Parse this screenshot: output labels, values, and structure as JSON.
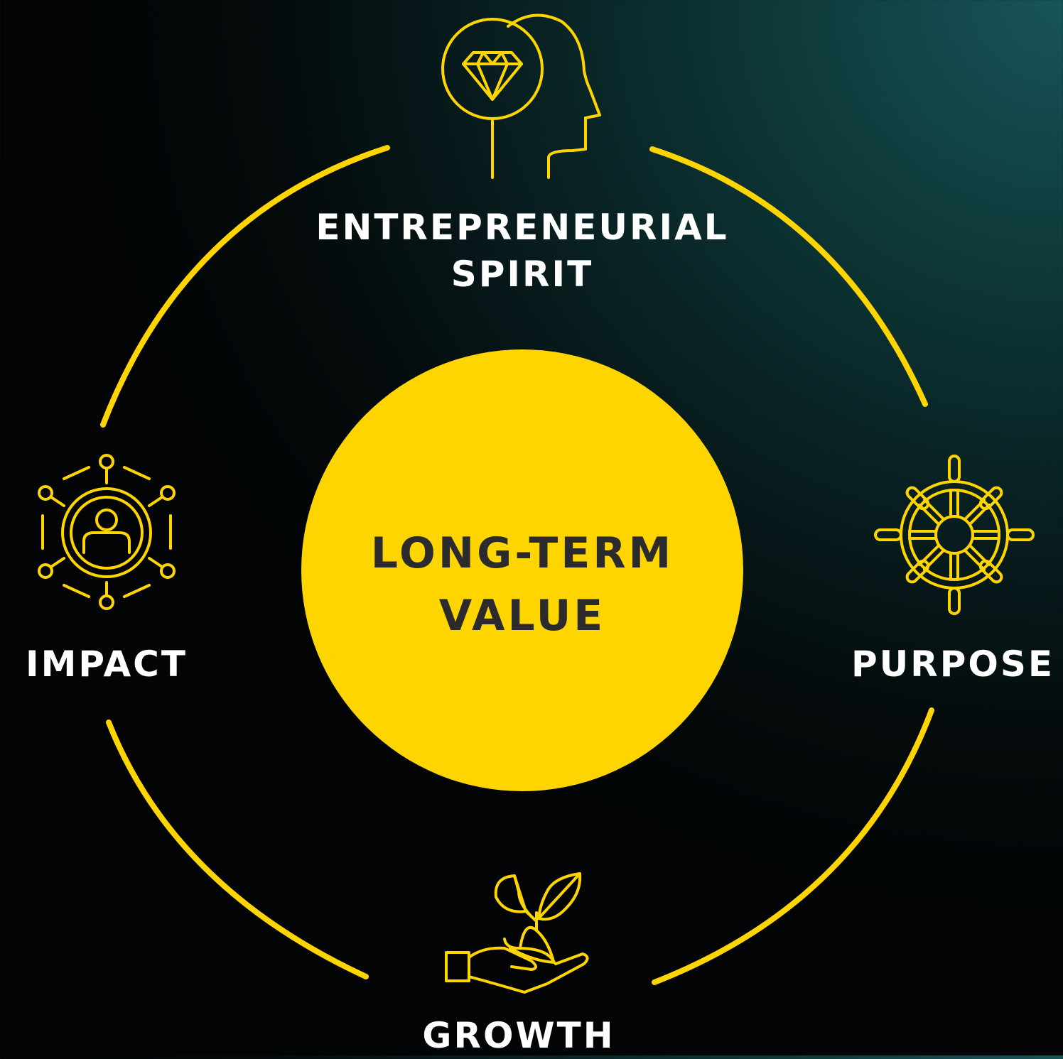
{
  "center": {
    "line1": "LONG-TERM",
    "line2": "VALUE"
  },
  "pillars": {
    "top": {
      "line1": "ENTREPRENEURIAL",
      "line2": "SPIRIT",
      "icon": "head-diamond-icon"
    },
    "right": {
      "label": "PURPOSE",
      "icon": "ship-wheel-icon"
    },
    "bottom": {
      "label": "GROWTH",
      "icon": "hand-sprout-icon"
    },
    "left": {
      "label": "IMPACT",
      "icon": "person-network-icon"
    }
  },
  "colors": {
    "accent": "#ffd500",
    "center_text": "#2b2b2d",
    "label_text": "#ffffff",
    "background_dark": "#020405",
    "background_teal": "#17545a"
  }
}
